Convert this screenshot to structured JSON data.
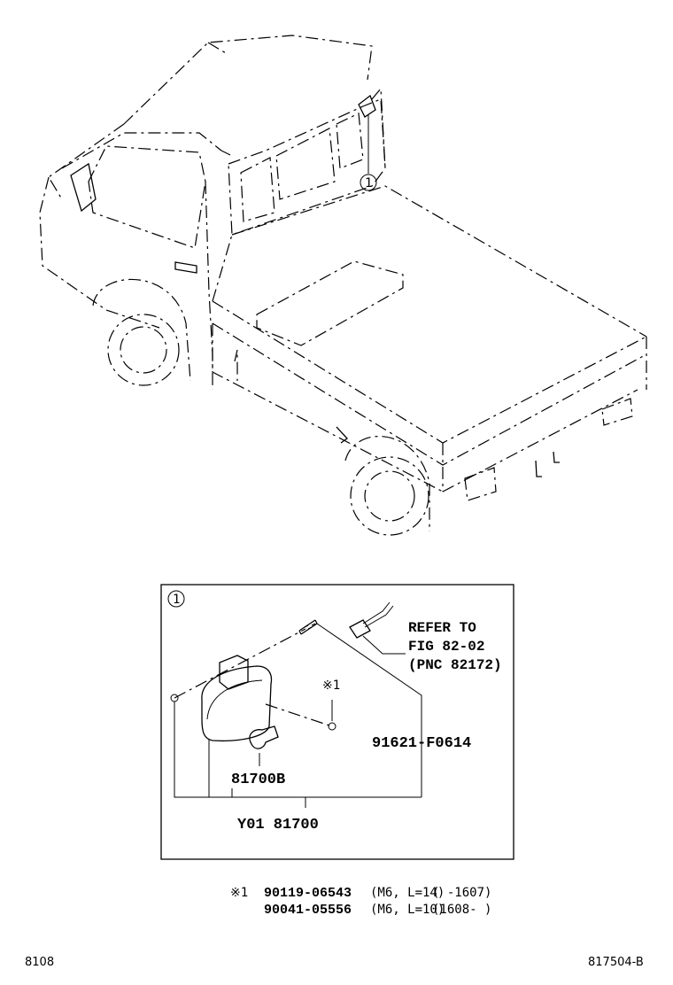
{
  "view_marker": "1",
  "inset_marker": "1",
  "callouts": {
    "refer_line1": "REFER TO",
    "refer_line2": "FIG 82-02",
    "refer_line3": "(PNC 82172)",
    "screw_mark": "※1",
    "part_bracket": "91621-F0614",
    "part_bulb": "81700B",
    "part_assembly": "Y01 81700"
  },
  "notes": [
    {
      "mark": "※1",
      "part": "90119-06543",
      "spec": "(M6, L=14)",
      "range": "(      -1607)"
    },
    {
      "mark": "",
      "part": "90041-05556",
      "spec": "(M6, L=10)",
      "range": "(1608-      )"
    }
  ],
  "footer": {
    "left": "8108",
    "right": "817504-B"
  }
}
